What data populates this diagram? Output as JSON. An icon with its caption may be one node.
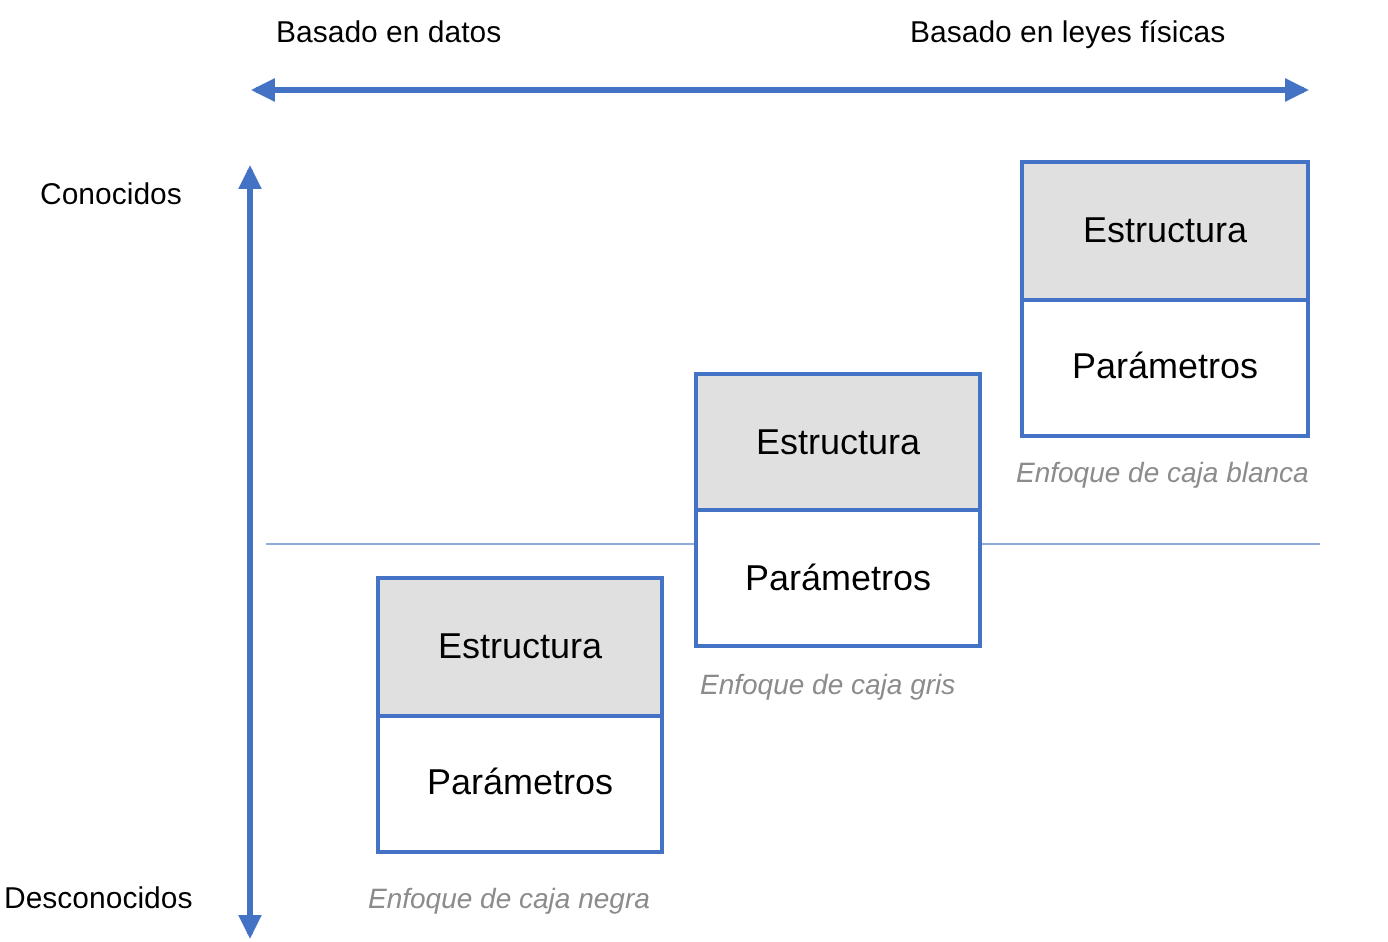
{
  "diagram": {
    "nodes": [
      {
        "text": [
          "Estructura",
          "Parámetros"
        ],
        "beside": [
          "Enfoque de caja negra"
        ]
      },
      {
        "text": [
          "Estructura",
          "Parámetros"
        ],
        "beside": [
          "Enfoque de caja gris"
        ]
      },
      {
        "text": [
          "Estructura",
          "Parámetros"
        ],
        "beside": [
          "Enfoque de caja blanca"
        ]
      }
    ],
    "edges": [],
    "labels": [
      "Basado en datos",
      "Basado en leyes físicas",
      "Conocidos",
      "Desconocidos"
    ]
  }
}
